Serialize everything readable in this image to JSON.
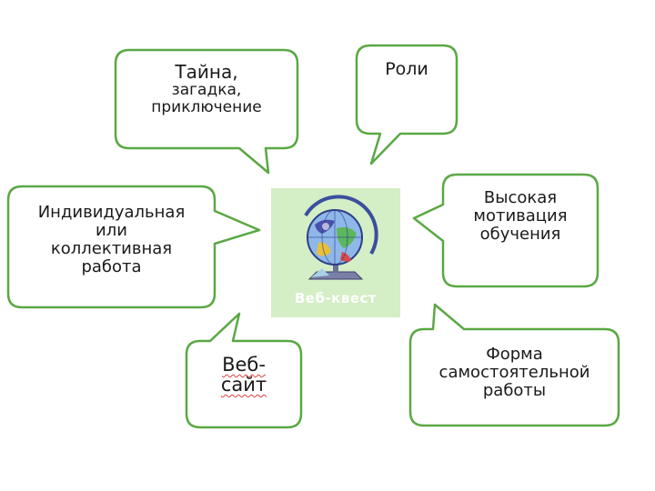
{
  "center": {
    "label": "Веб-квест",
    "icon": "globe-icon",
    "background": "#d4eec6"
  },
  "colors": {
    "bubble_border": "#5aa844",
    "bubble_fill": "#ffffff",
    "text": "#1a1a1a"
  },
  "bubbles": {
    "mystery": {
      "line1": "Тайна,",
      "line2": "загадка,",
      "line3": "приключение"
    },
    "roles": {
      "line1": "Роли"
    },
    "motivation": {
      "line1": "Высокая",
      "line2": "мотивация",
      "line3": "обучения"
    },
    "individual": {
      "line1": "Индивидуальная",
      "line2": "или",
      "line3": "коллективная",
      "line4": "работа"
    },
    "website": {
      "line1": "Веб-",
      "line2": "сайт"
    },
    "independent": {
      "line1": "Форма",
      "line2": "самостоятельной",
      "line3": "работы"
    }
  }
}
